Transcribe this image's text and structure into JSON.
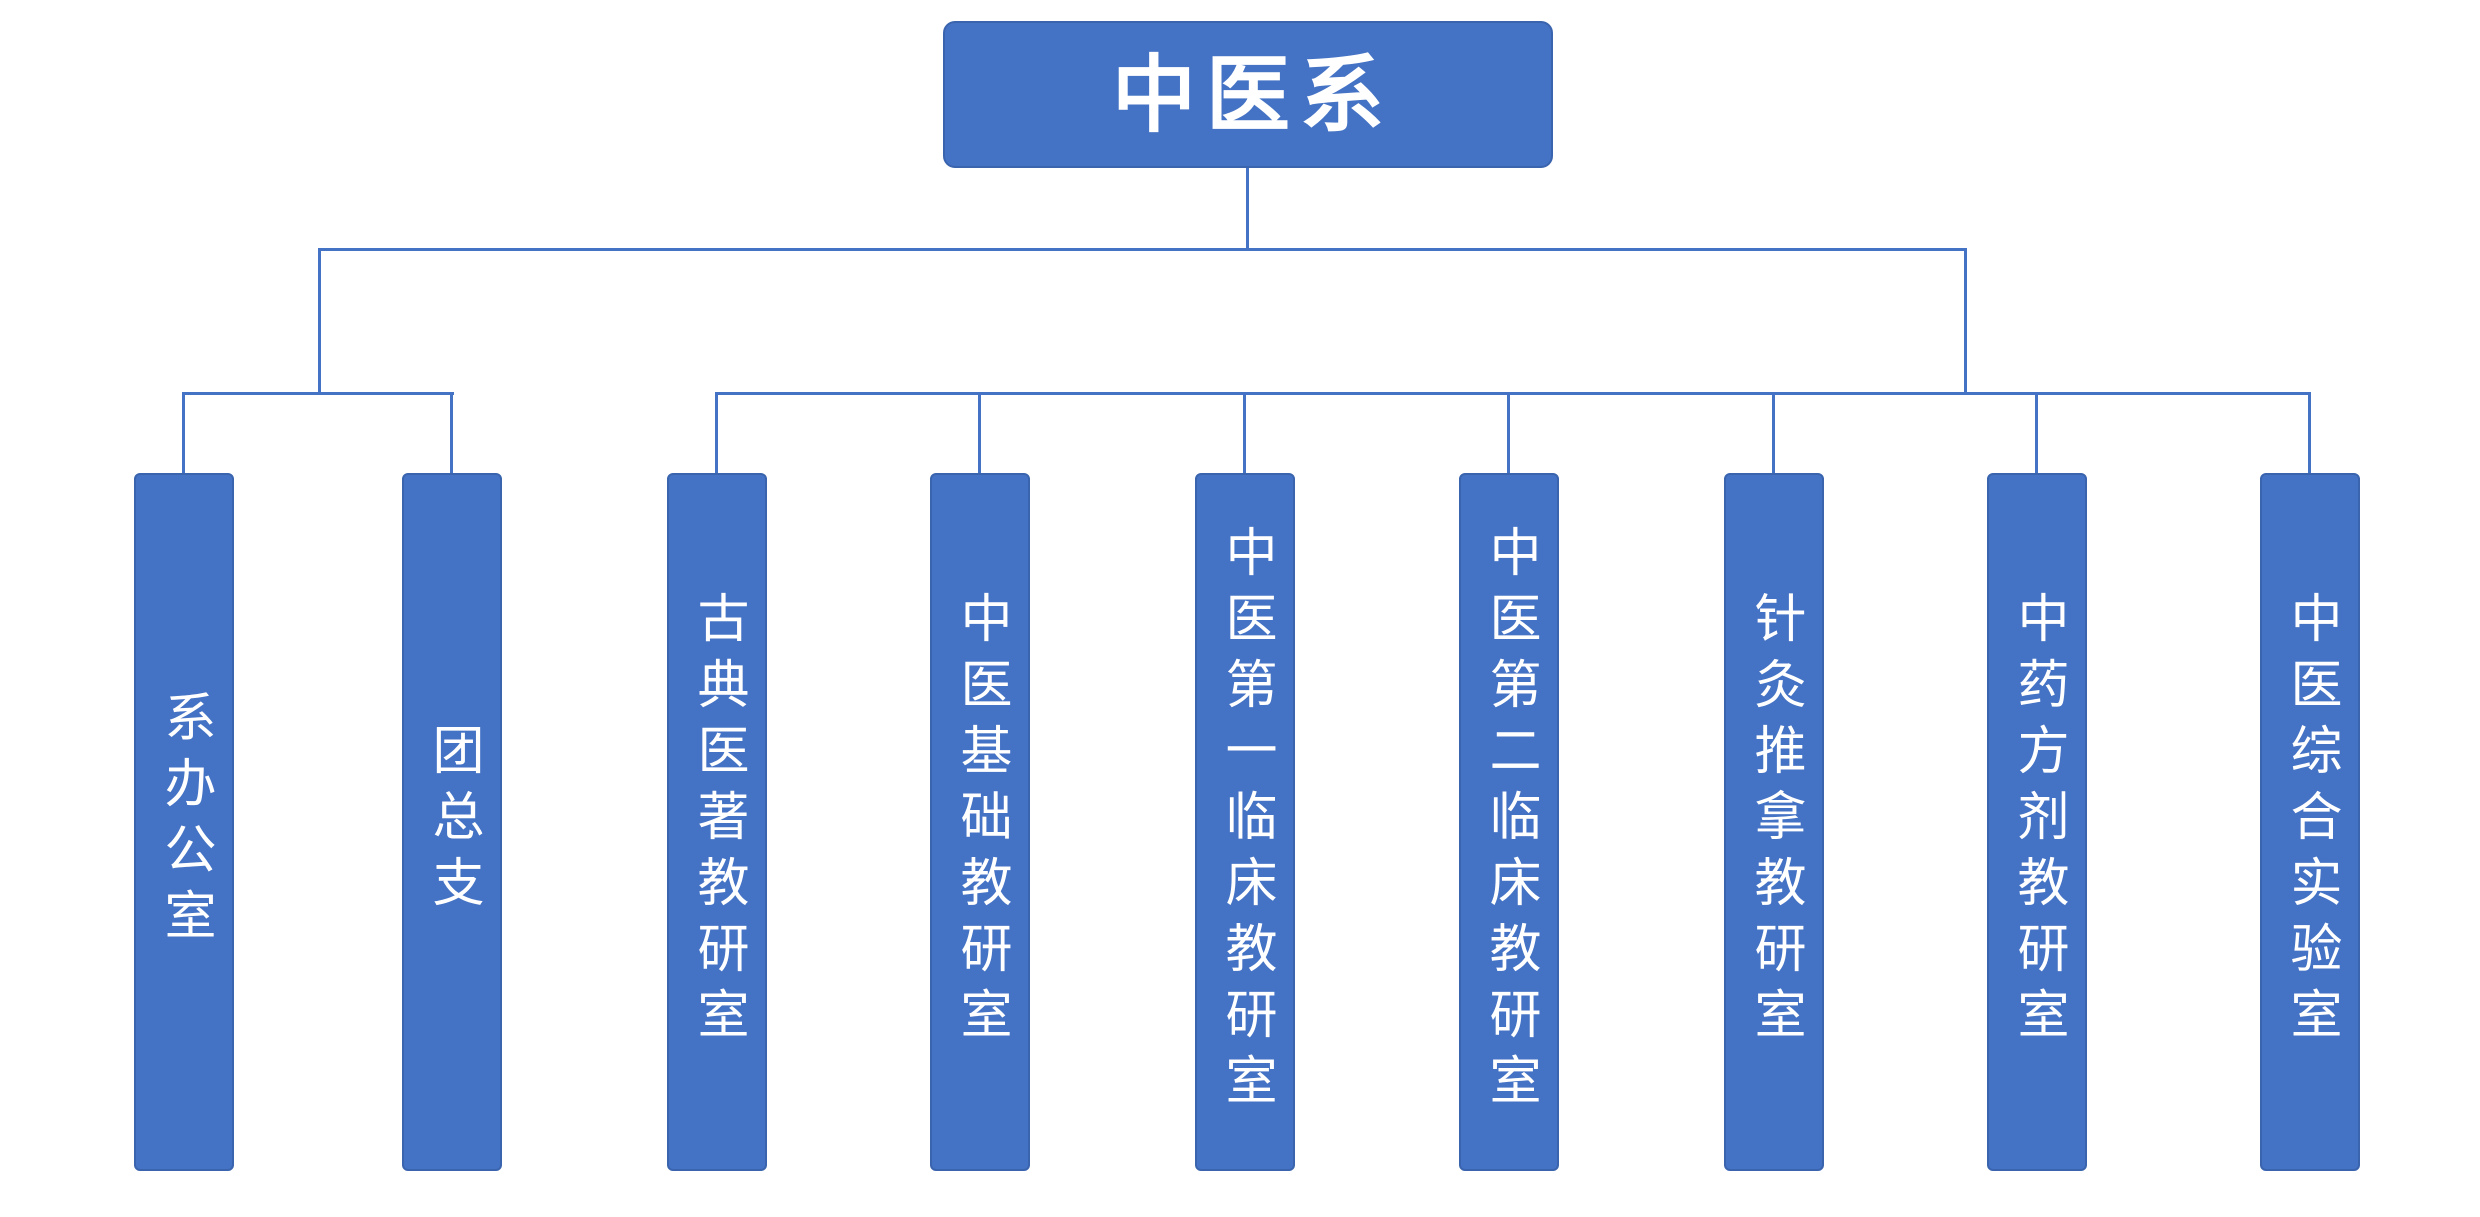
{
  "root": {
    "label": "中医系"
  },
  "nodes": [
    {
      "label": "系办公室",
      "group": "left"
    },
    {
      "label": "团总支",
      "group": "left"
    },
    {
      "label": "古典医著教研室",
      "group": "right"
    },
    {
      "label": "中医基础教研室",
      "group": "right"
    },
    {
      "label": "中医第一临床教研室",
      "group": "right"
    },
    {
      "label": "中医第二临床教研室",
      "group": "right"
    },
    {
      "label": "针灸推拿教研室",
      "group": "right"
    },
    {
      "label": "中药方剂教研室",
      "group": "right"
    },
    {
      "label": "中医综合实验室",
      "group": "right"
    }
  ],
  "colors": {
    "node_fill": "#4472C4",
    "node_border": "#3A64AE",
    "connector": "#4472C4",
    "text": "#FFFFFF",
    "background": "#FFFFFF"
  }
}
